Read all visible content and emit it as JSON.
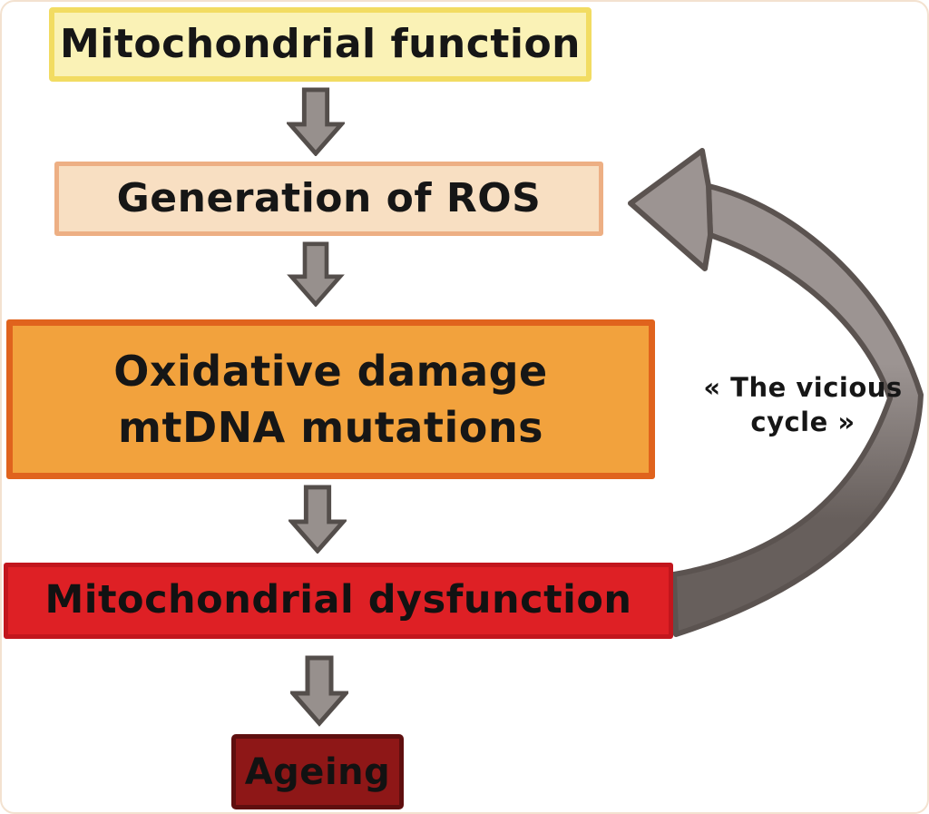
{
  "diagram": {
    "type": "flowchart",
    "background_color": "#ffffff",
    "frame_border_color": "#f3e2d0",
    "nodes": [
      {
        "id": "mitochondrial-function",
        "lines": [
          "Mitochondrial function"
        ],
        "fill": "#faf2b6",
        "border": "#f2dc62",
        "text_color": "#161616"
      },
      {
        "id": "generation-of-ros",
        "lines": [
          "Generation of ROS"
        ],
        "fill": "#f8dfc2",
        "border": "#edaf84",
        "text_color": "#161616"
      },
      {
        "id": "oxidative-damage-mtdna-mutations",
        "lines": [
          "Oxidative damage",
          "mtDNA mutations"
        ],
        "fill": "#f2a23d",
        "border": "#e0631d",
        "text_color": "#161616"
      },
      {
        "id": "mitochondrial-dysfunction",
        "lines": [
          "Mitochondrial dysfunction"
        ],
        "fill": "#de2025",
        "border": "#c2161d",
        "text_color": "#121212"
      },
      {
        "id": "ageing",
        "lines": [
          "Ageing"
        ],
        "fill": "#8e1717",
        "border": "#5f0f0f",
        "text_color": "#121212"
      }
    ],
    "connectors": [
      {
        "from": "mitochondrial-function",
        "to": "generation-of-ros",
        "type": "block-arrow-down"
      },
      {
        "from": "generation-of-ros",
        "to": "oxidative-damage-mtdna-mutations",
        "type": "block-arrow-down"
      },
      {
        "from": "oxidative-damage-mtdna-mutations",
        "to": "mitochondrial-dysfunction",
        "type": "block-arrow-down"
      },
      {
        "from": "mitochondrial-dysfunction",
        "to": "ageing",
        "type": "block-arrow-down"
      }
    ],
    "down_arrow_style": {
      "fill": "#97908d",
      "stroke": "#544e4b"
    },
    "cycle_arrow": {
      "from": "mitochondrial-dysfunction",
      "to": "generation-of-ros",
      "label_lines": [
        "« The vicious",
        "cycle »"
      ],
      "label_color": "#161616",
      "fill_light": "#9c9492",
      "fill_dark": "#675f5c",
      "stroke": "#5b5350"
    }
  }
}
